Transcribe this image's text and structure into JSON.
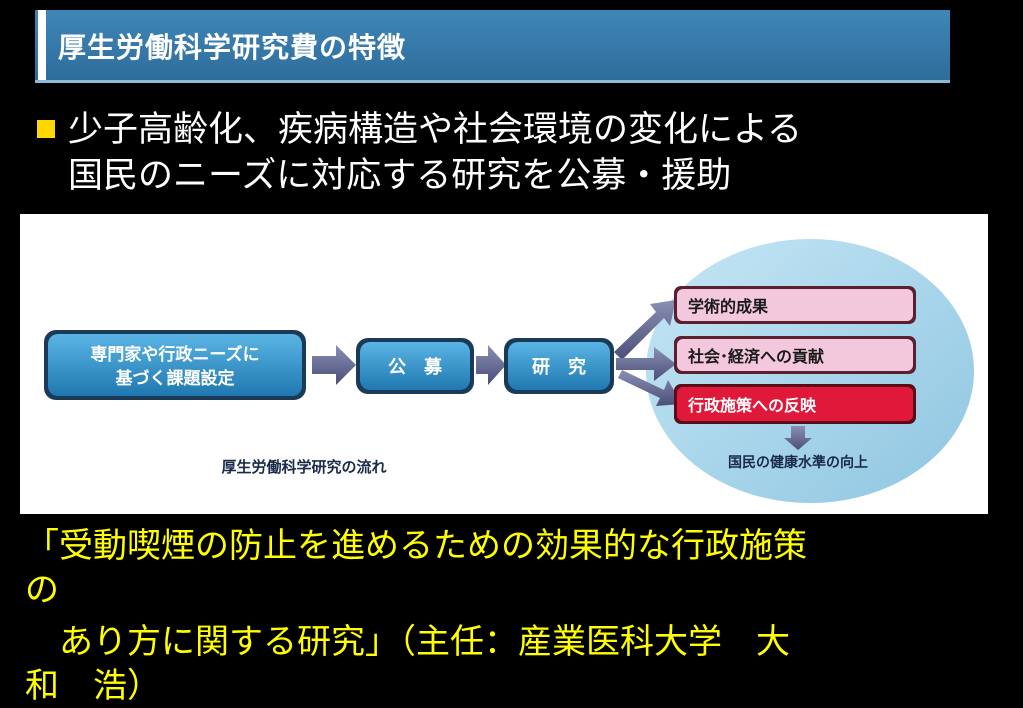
{
  "title": "厚生労働科学研究費の特徴",
  "bullet": {
    "line1": "少子高齢化、疾病構造や社会環境の変化による",
    "line2": "国民のニーズに対応する研究を公募・援助"
  },
  "diagram": {
    "box_start_line1": "専門家や行政ニーズに",
    "box_start_line2": "基づく課題設定",
    "box_koubo": "公　募",
    "box_kenkyu": "研　究",
    "out1": "学術的成果",
    "out2": "社会･経済への貢献",
    "out3": "行政施策への反映",
    "result": "国民の健康水準の向上",
    "caption": "厚生労働科学研究の流れ"
  },
  "research": {
    "line1": "「受動喫煙の防止を進めるための効果的な行政施策",
    "line2": "の",
    "line3": "　あり方に関する研究」（主任：産業医科大学　大",
    "line4": "和　浩）"
  },
  "colors": {
    "title_bar": "#2e6d9c",
    "bullet_marker": "#ffd700",
    "bottom_text": "#ffff00",
    "process_box": "#2e8dc2",
    "outcome_box_pink": "#f4c8dc",
    "outcome_box_red": "#e0193a",
    "ellipse": "#a9d5ea"
  }
}
